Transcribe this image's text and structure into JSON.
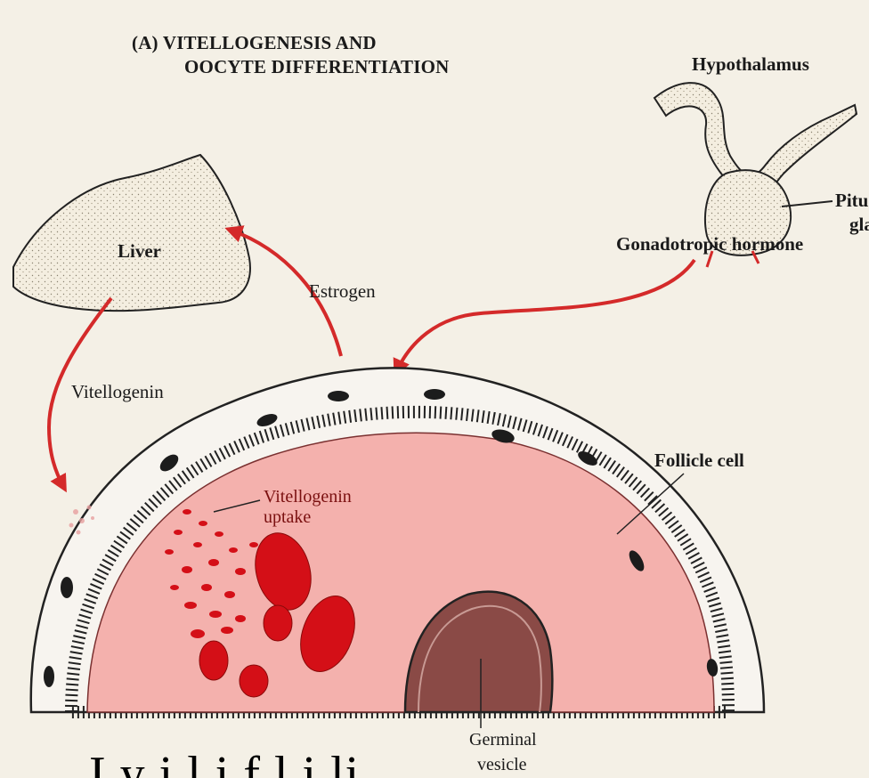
{
  "title": {
    "line1": "(A) VITELLOGENESIS AND",
    "line2": "OOCYTE DIFFERENTIATION"
  },
  "labels": {
    "hypothalamus": "Hypothalamus",
    "pituitary_line1": "Pitu",
    "pituitary_line2": "gla",
    "gonadotropic": "Gonadotropic hormone",
    "liver": "Liver",
    "estrogen": "Estrogen",
    "vitellogenin": "Vitellogenin",
    "follicle_cell": "Follicle cell",
    "uptake_line1": "Vitellogenin",
    "uptake_line2": "uptake",
    "germinal_line1": "Germinal",
    "germinal_line2": "vesicle"
  },
  "caption": "I    y       i   l  i  f    l             i  li",
  "colors": {
    "background": "#f4f0e6",
    "arrow": "#d42a2a",
    "oocyte": "#f4b1ad",
    "yolk": "#d40f17",
    "germinal_vesicle": "#8a4a46",
    "outline": "#222222"
  }
}
